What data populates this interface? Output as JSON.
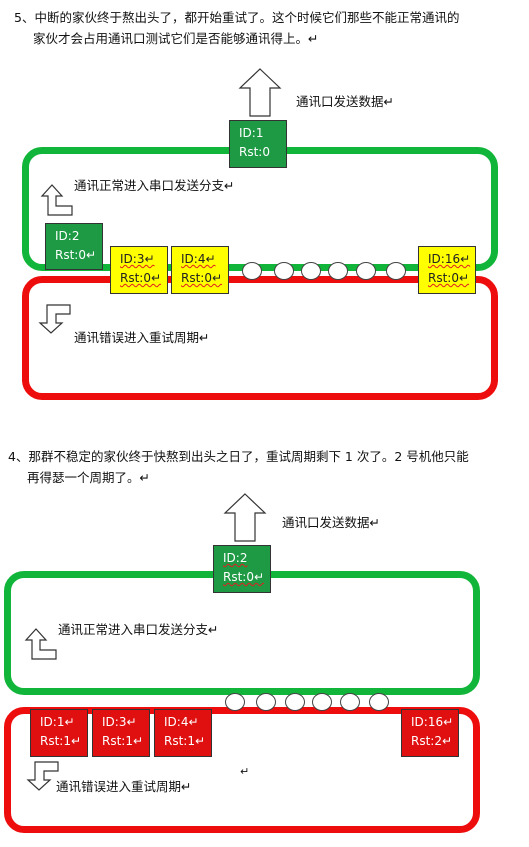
{
  "sections": [
    {
      "paragraph": [
        "5、中断的家伙终于熬出头了，都开始重试了。这个时候它们那些不能正常通讯的",
        "家伙才会占用通讯口测试它们是否能够通讯得上。↵"
      ],
      "send_label": "通讯口发送数据↵",
      "normal_label": "通讯正常进入串口发送分支↵",
      "error_label": "通讯错误进入重试周期↵",
      "sending_node": {
        "id": "ID:1",
        "rst": "Rst:0"
      },
      "green_nodes": [
        {
          "id": "ID:2",
          "rst": "Rst:0↵"
        }
      ],
      "queue_nodes": [
        {
          "id": "ID:3↵",
          "rst": "Rst:0↵",
          "color": "#ffff00"
        },
        {
          "id": "ID:4↵",
          "rst": "Rst:0↵",
          "color": "#ffff00"
        },
        {
          "id": "ID:16↵",
          "rst": "Rst:0↵",
          "color": "#ffff00"
        }
      ]
    },
    {
      "paragraph": [
        "4、那群不稳定的家伙终于快熬到出头之日了，重试周期剩下 1 次了。2 号机他只能",
        "再得瑟一个周期了。↵"
      ],
      "send_label": "通讯口发送数据↵",
      "normal_label": "通讯正常进入串口发送分支↵",
      "error_label": "通讯错误进入重试周期↵",
      "stray_mark": "↵",
      "sending_node": {
        "id": "ID:2",
        "rst": "Rst:0↵"
      },
      "queue_nodes": [
        {
          "id": "ID:1↵",
          "rst": "Rst:1↵",
          "color": "#e01010"
        },
        {
          "id": "ID:3↵",
          "rst": "Rst:1↵",
          "color": "#e01010"
        },
        {
          "id": "ID:4↵",
          "rst": "Rst:1↵",
          "color": "#e01010"
        },
        {
          "id": "ID:16↵",
          "rst": "Rst:2↵",
          "color": "#e01010"
        }
      ]
    }
  ]
}
